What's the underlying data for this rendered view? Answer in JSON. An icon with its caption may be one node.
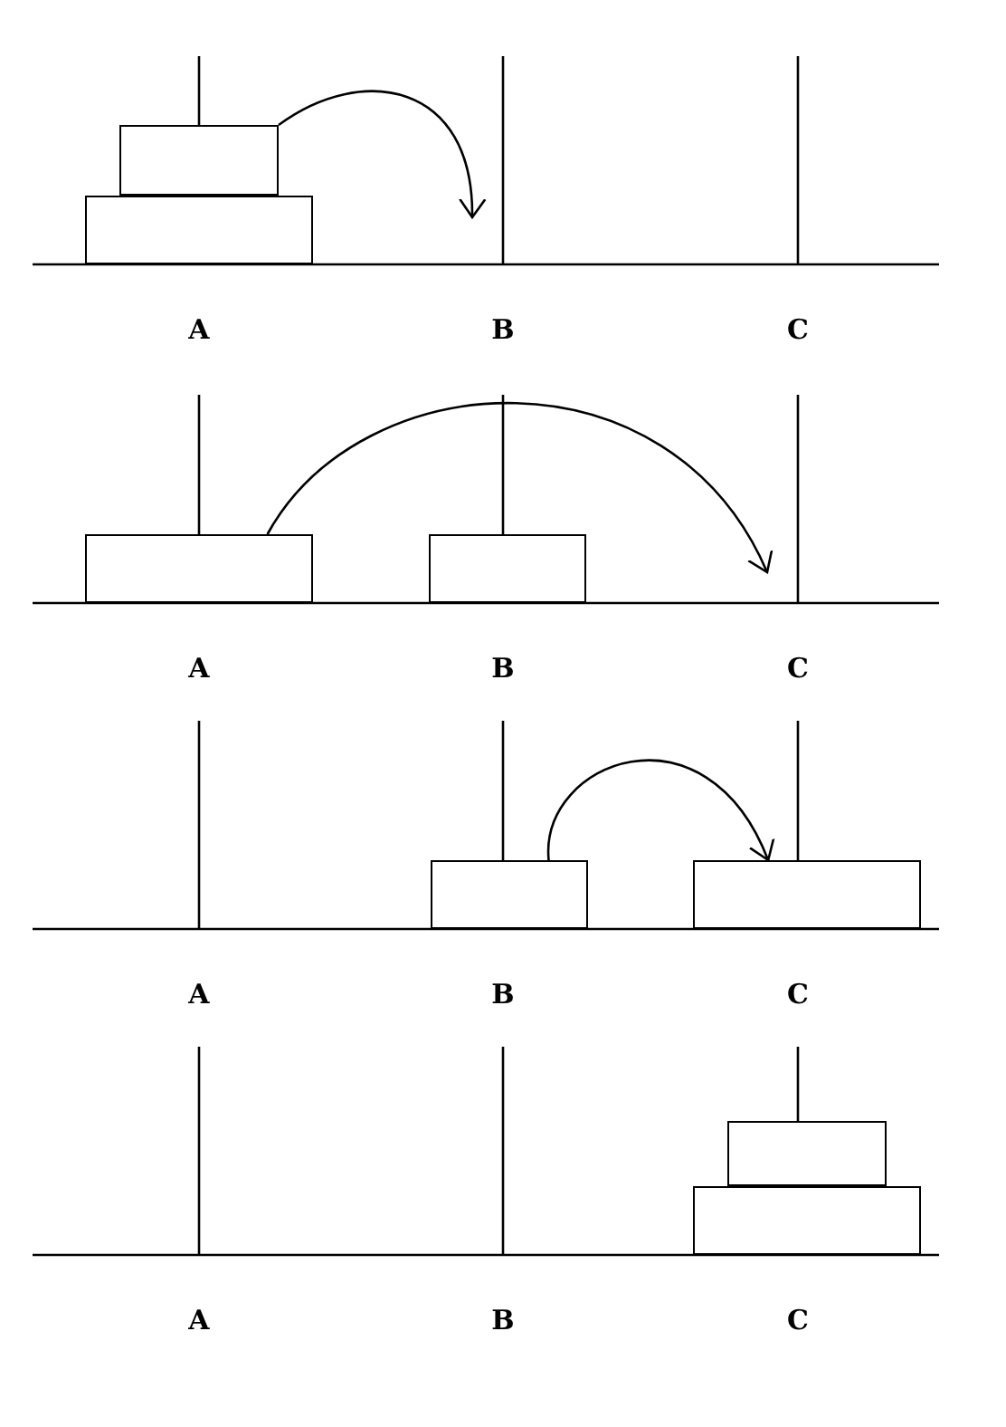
{
  "diagram": {
    "nodes": [
      {
        "text": [],
        "shape": "box"
      },
      {
        "text": [],
        "shape": "box"
      },
      {
        "text": [],
        "shape": "box"
      },
      {
        "text": [],
        "shape": "box"
      },
      {
        "text": [],
        "shape": "box"
      },
      {
        "text": [],
        "shape": "box"
      },
      {
        "text": [],
        "shape": "box"
      },
      {
        "text": [],
        "shape": "box"
      }
    ],
    "edges": [
      {
        "from": 0,
        "to": null,
        "arrow": "to"
      },
      {
        "from": 2,
        "to": null,
        "arrow": "to"
      },
      {
        "from": 4,
        "to": 5,
        "arrow": "to"
      }
    ],
    "labels": [
      "A",
      "B",
      "C",
      "A",
      "B",
      "C",
      "A",
      "B",
      "C",
      "A",
      "B",
      "C"
    ]
  }
}
